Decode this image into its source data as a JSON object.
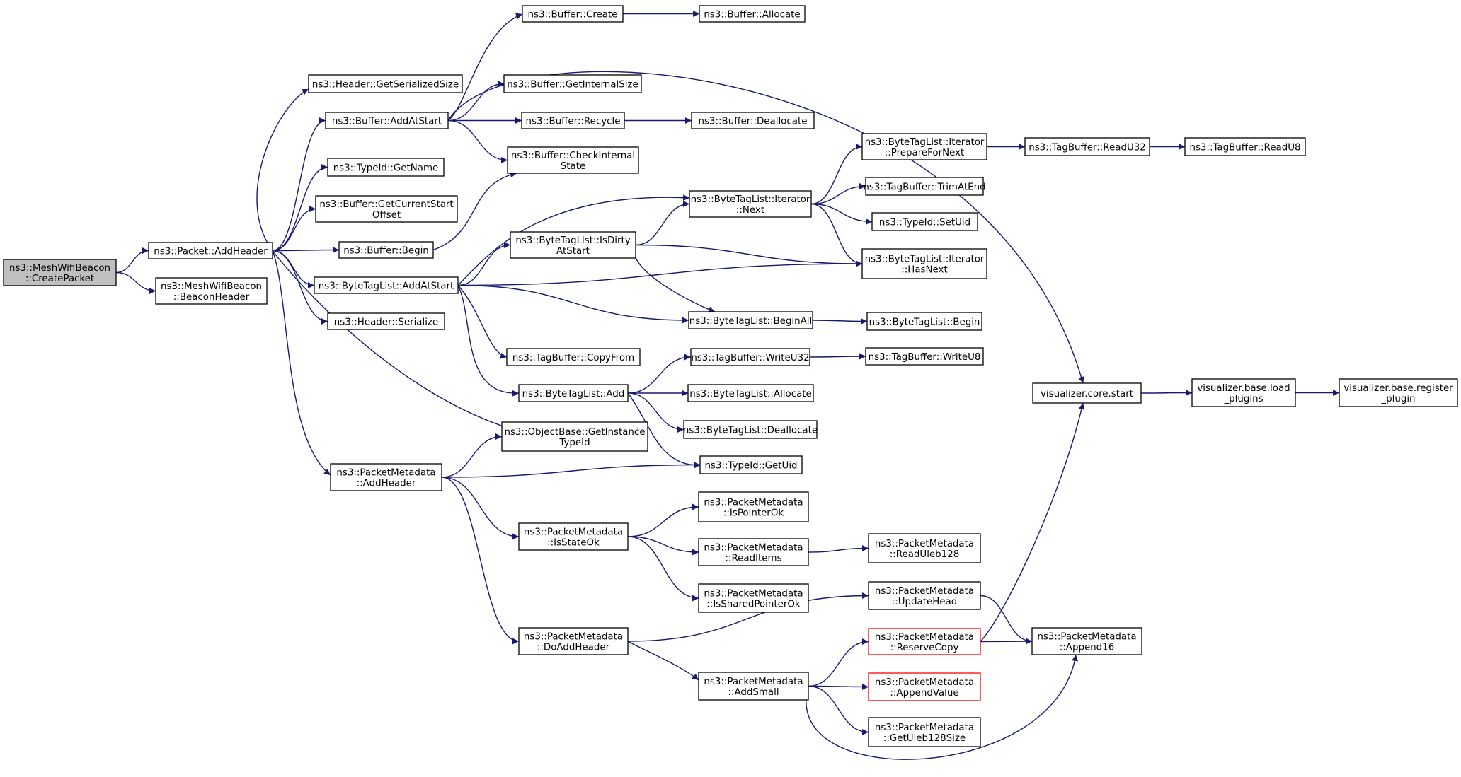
{
  "graph": {
    "edge_color": "#191970",
    "truncated_border_color": "#ff0000",
    "root_fill": "#bfbfbf",
    "nodes": [
      {
        "id": "n0",
        "lines": [
          "ns3::MeshWifiBeacon",
          "::CreatePacket"
        ],
        "root": true
      },
      {
        "id": "n1",
        "lines": [
          "ns3::Packet::AddHeader"
        ]
      },
      {
        "id": "n2",
        "lines": [
          "ns3::MeshWifiBeacon",
          "::BeaconHeader"
        ]
      },
      {
        "id": "n3",
        "lines": [
          "ns3::Header::GetSerializedSize"
        ]
      },
      {
        "id": "n4",
        "lines": [
          "ns3::Buffer::AddAtStart"
        ]
      },
      {
        "id": "n5",
        "lines": [
          "ns3::TypeId::GetName"
        ]
      },
      {
        "id": "n6",
        "lines": [
          "ns3::Buffer::GetCurrentStart",
          "Offset"
        ]
      },
      {
        "id": "n7",
        "lines": [
          "ns3::Buffer::Begin"
        ]
      },
      {
        "id": "n8",
        "lines": [
          "ns3::ByteTagList::AddAtStart"
        ]
      },
      {
        "id": "n9",
        "lines": [
          "ns3::Header::Serialize"
        ]
      },
      {
        "id": "n10",
        "lines": [
          "ns3::PacketMetadata",
          "::AddHeader"
        ]
      },
      {
        "id": "n11",
        "lines": [
          "ns3::Buffer::Create"
        ]
      },
      {
        "id": "n12",
        "lines": [
          "ns3::Buffer::GetInternalSize"
        ]
      },
      {
        "id": "n13",
        "lines": [
          "ns3::Buffer::Recycle"
        ]
      },
      {
        "id": "n14",
        "lines": [
          "ns3::Buffer::CheckInternal",
          "State"
        ]
      },
      {
        "id": "n15",
        "lines": [
          "ns3::ByteTagList::IsDirty",
          "AtStart"
        ]
      },
      {
        "id": "n16",
        "lines": [
          "ns3::TagBuffer::CopyFrom"
        ]
      },
      {
        "id": "n17",
        "lines": [
          "ns3::ByteTagList::Add"
        ]
      },
      {
        "id": "n18",
        "lines": [
          "ns3::ObjectBase::GetInstance",
          "TypeId"
        ]
      },
      {
        "id": "n19",
        "lines": [
          "ns3::PacketMetadata",
          "::IsStateOk"
        ]
      },
      {
        "id": "n20",
        "lines": [
          "ns3::PacketMetadata",
          "::DoAddHeader"
        ]
      },
      {
        "id": "n21",
        "lines": [
          "ns3::Buffer::Allocate"
        ]
      },
      {
        "id": "n22",
        "lines": [
          "ns3::Buffer::Deallocate"
        ]
      },
      {
        "id": "n23",
        "lines": [
          "ns3::ByteTagList::Iterator",
          "::Next"
        ]
      },
      {
        "id": "n24",
        "lines": [
          "ns3::ByteTagList::BeginAll"
        ]
      },
      {
        "id": "n25",
        "lines": [
          "ns3::TagBuffer::WriteU32"
        ]
      },
      {
        "id": "n26",
        "lines": [
          "ns3::ByteTagList::Allocate"
        ]
      },
      {
        "id": "n27",
        "lines": [
          "ns3::ByteTagList::Deallocate"
        ]
      },
      {
        "id": "n28",
        "lines": [
          "ns3::TypeId::GetUid"
        ]
      },
      {
        "id": "n29",
        "lines": [
          "ns3::PacketMetadata",
          "::IsPointerOk"
        ]
      },
      {
        "id": "n30",
        "lines": [
          "ns3::PacketMetadata",
          "::ReadItems"
        ]
      },
      {
        "id": "n31",
        "lines": [
          "ns3::PacketMetadata",
          "::IsSharedPointerOk"
        ]
      },
      {
        "id": "n32",
        "lines": [
          "ns3::PacketMetadata",
          "::AddSmall"
        ]
      },
      {
        "id": "n33",
        "lines": [
          "ns3::ByteTagList::Iterator",
          "::PrepareForNext"
        ]
      },
      {
        "id": "n34",
        "lines": [
          "ns3::TagBuffer::TrimAtEnd"
        ]
      },
      {
        "id": "n35",
        "lines": [
          "ns3::TypeId::SetUid"
        ]
      },
      {
        "id": "n36",
        "lines": [
          "ns3::ByteTagList::Iterator",
          "::HasNext"
        ]
      },
      {
        "id": "n37",
        "lines": [
          "ns3::ByteTagList::Begin"
        ]
      },
      {
        "id": "n38",
        "lines": [
          "ns3::TagBuffer::WriteU8"
        ]
      },
      {
        "id": "n39",
        "lines": [
          "ns3::PacketMetadata",
          "::ReadUleb128"
        ]
      },
      {
        "id": "n40",
        "lines": [
          "ns3::PacketMetadata",
          "::UpdateHead"
        ]
      },
      {
        "id": "n41",
        "lines": [
          "ns3::PacketMetadata",
          "::ReserveCopy"
        ],
        "truncated": true
      },
      {
        "id": "n42",
        "lines": [
          "ns3::PacketMetadata",
          "::AppendValue"
        ],
        "truncated": true
      },
      {
        "id": "n43",
        "lines": [
          "ns3::PacketMetadata",
          "::GetUleb128Size"
        ]
      },
      {
        "id": "n44",
        "lines": [
          "ns3::TagBuffer::ReadU32"
        ]
      },
      {
        "id": "n45",
        "lines": [
          "visualizer.core.start"
        ]
      },
      {
        "id": "n46",
        "lines": [
          "ns3::PacketMetadata",
          "::Append16"
        ]
      },
      {
        "id": "n47",
        "lines": [
          "ns3::TagBuffer::ReadU8"
        ]
      },
      {
        "id": "n48",
        "lines": [
          "visualizer.base.load",
          "_plugins"
        ]
      },
      {
        "id": "n49",
        "lines": [
          "visualizer.base.register",
          "_plugin"
        ]
      }
    ],
    "edges": [
      [
        "n0",
        "n1"
      ],
      [
        "n0",
        "n2"
      ],
      [
        "n1",
        "n3"
      ],
      [
        "n1",
        "n4"
      ],
      [
        "n1",
        "n5"
      ],
      [
        "n1",
        "n6"
      ],
      [
        "n1",
        "n7"
      ],
      [
        "n1",
        "n8"
      ],
      [
        "n1",
        "n9"
      ],
      [
        "n1",
        "n18"
      ],
      [
        "n1",
        "n10"
      ],
      [
        "n4",
        "n11"
      ],
      [
        "n4",
        "n12"
      ],
      [
        "n4",
        "n13"
      ],
      [
        "n4",
        "n14"
      ],
      [
        "n4",
        "n45"
      ],
      [
        "n7",
        "n14"
      ],
      [
        "n8",
        "n23"
      ],
      [
        "n8",
        "n15"
      ],
      [
        "n8",
        "n36"
      ],
      [
        "n8",
        "n24"
      ],
      [
        "n8",
        "n16"
      ],
      [
        "n8",
        "n17"
      ],
      [
        "n10",
        "n18"
      ],
      [
        "n10",
        "n28"
      ],
      [
        "n10",
        "n19"
      ],
      [
        "n10",
        "n20"
      ],
      [
        "n11",
        "n21"
      ],
      [
        "n13",
        "n22"
      ],
      [
        "n15",
        "n23"
      ],
      [
        "n15",
        "n36"
      ],
      [
        "n15",
        "n24"
      ],
      [
        "n17",
        "n25"
      ],
      [
        "n17",
        "n26"
      ],
      [
        "n17",
        "n27"
      ],
      [
        "n17",
        "n28"
      ],
      [
        "n19",
        "n29"
      ],
      [
        "n19",
        "n30"
      ],
      [
        "n19",
        "n31"
      ],
      [
        "n20",
        "n40"
      ],
      [
        "n20",
        "n32"
      ],
      [
        "n23",
        "n33"
      ],
      [
        "n23",
        "n34"
      ],
      [
        "n23",
        "n35"
      ],
      [
        "n23",
        "n36"
      ],
      [
        "n24",
        "n37"
      ],
      [
        "n25",
        "n38"
      ],
      [
        "n30",
        "n39"
      ],
      [
        "n32",
        "n41"
      ],
      [
        "n32",
        "n42"
      ],
      [
        "n32",
        "n43"
      ],
      [
        "n32",
        "n46"
      ],
      [
        "n33",
        "n44"
      ],
      [
        "n40",
        "n46"
      ],
      [
        "n41",
        "n46"
      ],
      [
        "n41",
        "n45"
      ],
      [
        "n44",
        "n47"
      ],
      [
        "n45",
        "n48"
      ],
      [
        "n48",
        "n49"
      ]
    ]
  }
}
